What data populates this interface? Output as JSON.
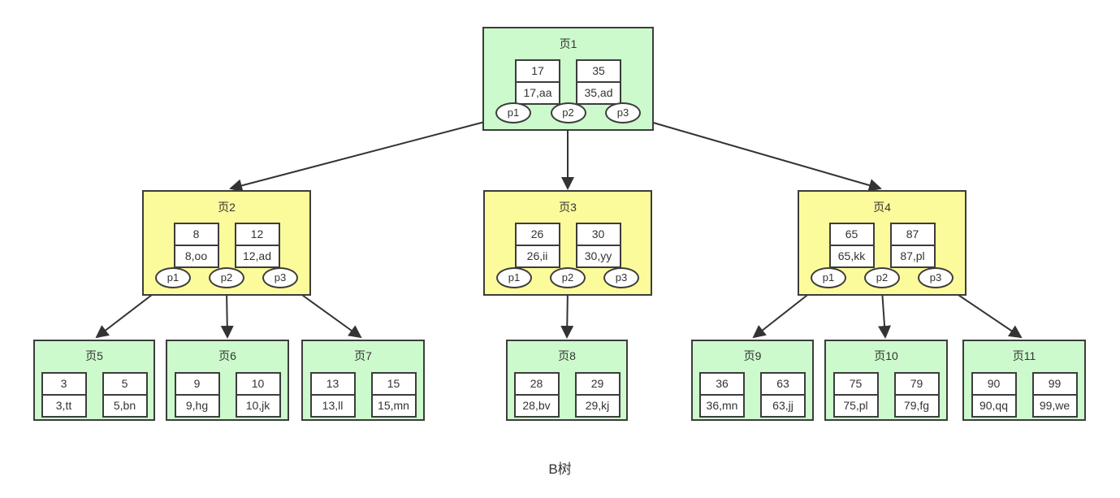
{
  "caption": "B树",
  "colors": {
    "root_leaf_fill": "#ccfacc",
    "internal_fill": "#fbfb9b",
    "border": "#3c3c3c",
    "arrow": "#333333",
    "background": "#ffffff"
  },
  "nodes": [
    {
      "id": "page1",
      "title": "页1",
      "level": "root",
      "keys": [
        {
          "key": "17",
          "record": "17,aa"
        },
        {
          "key": "35",
          "record": "35,ad"
        }
      ],
      "pointers": [
        "p1",
        "p2",
        "p3"
      ]
    },
    {
      "id": "page2",
      "title": "页2",
      "level": "internal",
      "keys": [
        {
          "key": "8",
          "record": "8,oo"
        },
        {
          "key": "12",
          "record": "12,ad"
        }
      ],
      "pointers": [
        "p1",
        "p2",
        "p3"
      ]
    },
    {
      "id": "page3",
      "title": "页3",
      "level": "internal",
      "keys": [
        {
          "key": "26",
          "record": "26,ii"
        },
        {
          "key": "30",
          "record": "30,yy"
        }
      ],
      "pointers": [
        "p1",
        "p2",
        "p3"
      ]
    },
    {
      "id": "page4",
      "title": "页4",
      "level": "internal",
      "keys": [
        {
          "key": "65",
          "record": "65,kk"
        },
        {
          "key": "87",
          "record": "87,pl"
        }
      ],
      "pointers": [
        "p1",
        "p2",
        "p3"
      ]
    },
    {
      "id": "page5",
      "title": "页5",
      "level": "leaf",
      "keys": [
        {
          "key": "3",
          "record": "3,tt"
        },
        {
          "key": "5",
          "record": "5,bn"
        }
      ]
    },
    {
      "id": "page6",
      "title": "页6",
      "level": "leaf",
      "keys": [
        {
          "key": "9",
          "record": "9,hg"
        },
        {
          "key": "10",
          "record": "10,jk"
        }
      ]
    },
    {
      "id": "page7",
      "title": "页7",
      "level": "leaf",
      "keys": [
        {
          "key": "13",
          "record": "13,ll"
        },
        {
          "key": "15",
          "record": "15,mn"
        }
      ]
    },
    {
      "id": "page8",
      "title": "页8",
      "level": "leaf",
      "keys": [
        {
          "key": "28",
          "record": "28,bv"
        },
        {
          "key": "29",
          "record": "29,kj"
        }
      ]
    },
    {
      "id": "page9",
      "title": "页9",
      "level": "leaf",
      "keys": [
        {
          "key": "36",
          "record": "36,mn"
        },
        {
          "key": "63",
          "record": "63,jj"
        }
      ]
    },
    {
      "id": "page10",
      "title": "页10",
      "level": "leaf",
      "keys": [
        {
          "key": "75",
          "record": "75,pl"
        },
        {
          "key": "79",
          "record": "79,fg"
        }
      ]
    },
    {
      "id": "page11",
      "title": "页11",
      "level": "leaf",
      "keys": [
        {
          "key": "90",
          "record": "90,qq"
        },
        {
          "key": "99",
          "record": "99,we"
        }
      ]
    }
  ],
  "edges": [
    {
      "from": "页1.p1",
      "to": "页2"
    },
    {
      "from": "页1.p2",
      "to": "页3"
    },
    {
      "from": "页1.p3",
      "to": "页4"
    },
    {
      "from": "页2.p1",
      "to": "页5"
    },
    {
      "from": "页2.p2",
      "to": "页6"
    },
    {
      "from": "页2.p3",
      "to": "页7"
    },
    {
      "from": "页3.p2",
      "to": "页8"
    },
    {
      "from": "页4.p1",
      "to": "页9"
    },
    {
      "from": "页4.p2",
      "to": "页10"
    },
    {
      "from": "页4.p3",
      "to": "页11"
    }
  ]
}
